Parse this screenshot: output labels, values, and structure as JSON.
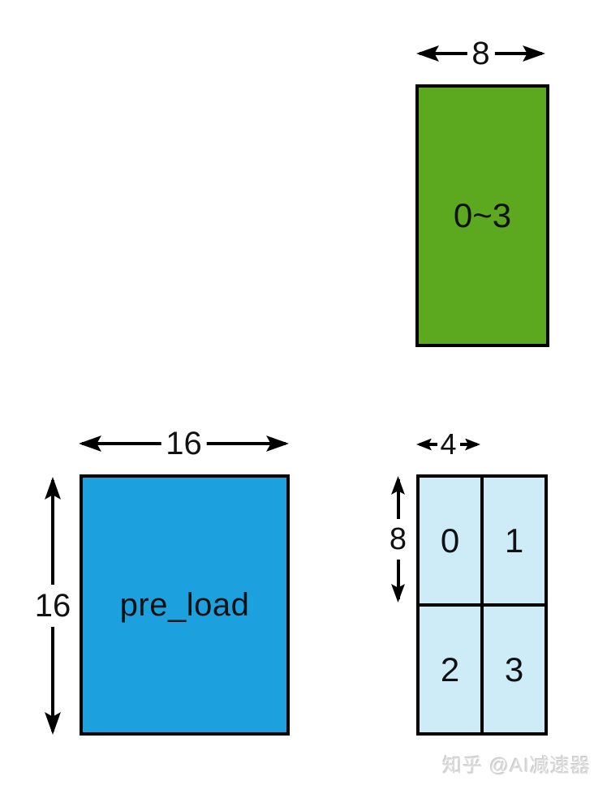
{
  "page": {
    "background": "#ffffff",
    "border_color": "#000000"
  },
  "blocks": {
    "green": {
      "label": "0~3",
      "fill": "#5ca81f",
      "width_label": "8"
    },
    "blue": {
      "label": "pre_load",
      "fill": "#1da0de",
      "width_label": "16",
      "height_label": "16"
    },
    "grid": {
      "fill": "#cdecf8",
      "width_label": "4",
      "height_label": "8",
      "cells": [
        "0",
        "1",
        "2",
        "3"
      ]
    }
  },
  "watermark": {
    "text": "知乎 @AI减速器",
    "color": "#dcdcdc"
  }
}
